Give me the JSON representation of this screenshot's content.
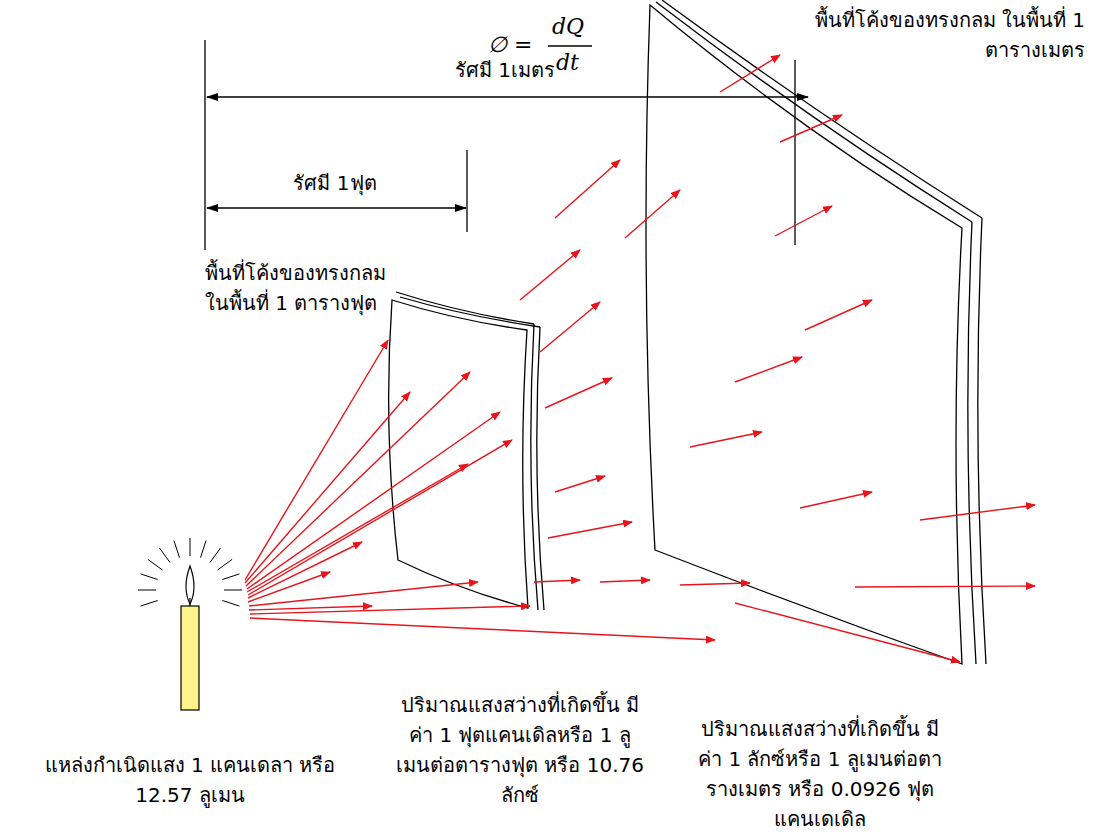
{
  "diagram": {
    "labels": [
      "∅ =",
      "dQ",
      "dt",
      "รัศมี 1เมตร",
      "รัศมี 1ฟุต",
      "พื้นที่โค้งของทรงกลม ในพื้นที่ 1 ตารางเมตร",
      "พื้นที่โค้งของทรงกลม ในพื้นที่ 1 ตารางฟุต",
      "ปริมาณแสงสว่างที่เกิดขึ้น มีค่า 1 ฟุตแคนเดิลหรือ 1 ลูเมนต่อตารางฟุต หรือ 10.76 ลักซ์",
      "ปริมาณแสงสว่างที่เกิดขึ้น มีค่า 1 ลักซ์หรือ 1 ลูเมนต่อตารางเมตร หรือ 0.0926 ฟุตแคนเดเดิล",
      "แหล่งกำเนิดแสง 1 แคนเดลา หรือ 12.57 ลูเมน"
    ]
  }
}
